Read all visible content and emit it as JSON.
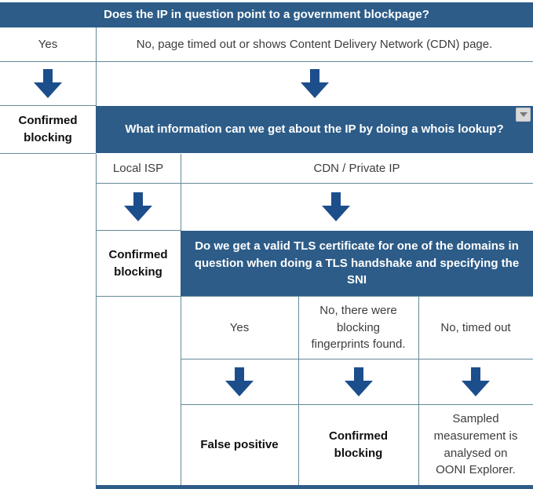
{
  "colors": {
    "header_bg": "#2d5c88",
    "arrow": "#1d4e8c",
    "border": "#65899a",
    "body_text": "#3d3d3d",
    "header_text": "#ffffff"
  },
  "flow": {
    "q1": "Does the IP in question point to a government blockpage?",
    "q1_answers": {
      "yes": "Yes",
      "no": "No, page timed out or shows Content Delivery Network (CDN) page."
    },
    "q1_yes_result": "Confirmed blocking",
    "q2": "What information can we get about the IP by doing a whois lookup?",
    "q2_answers": {
      "local_isp": "Local ISP",
      "cdn_private_ip": "CDN / Private IP"
    },
    "q2_local_isp_result": "Confirmed blocking",
    "q3": "Do we get a valid TLS certificate for one of the domains in question when doing a TLS handshake and specifying the SNI",
    "q3_answers": {
      "yes": "Yes",
      "no_fingerprints": "No, there were blocking fingerprints found.",
      "no_timeout": "No, timed out"
    },
    "q3_results": {
      "yes": "False positive",
      "no_fingerprints": "Confirmed blocking",
      "no_timeout": "Sampled measurement is analysed on OONI Explorer."
    }
  },
  "icons": {
    "dropdown": "collapse-dropdown-arrow"
  }
}
